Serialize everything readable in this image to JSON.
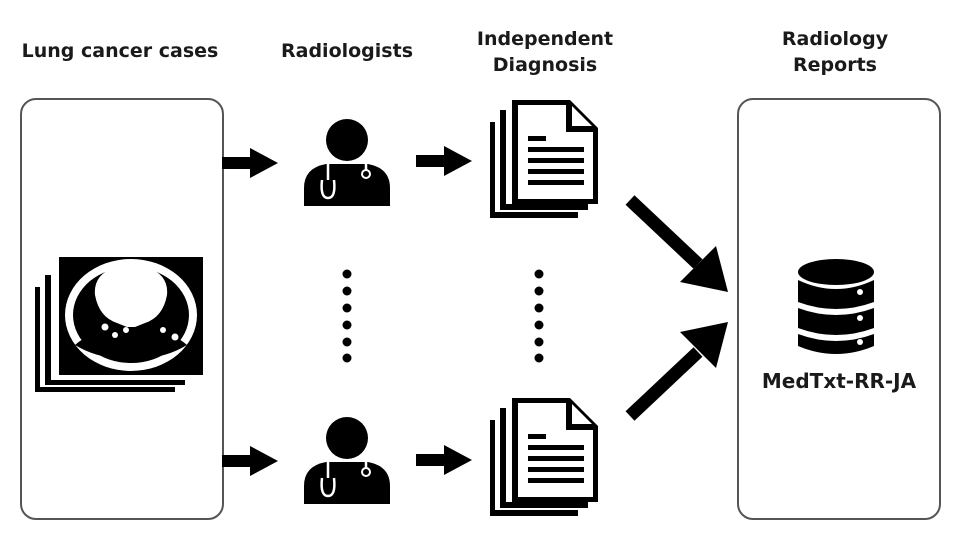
{
  "headers": {
    "cases": "Lung cancer cases",
    "radiologists": "Radiologists",
    "diagnosis_line1": "Independent",
    "diagnosis_line2": "Diagnosis",
    "reports_line1": "Radiology",
    "reports_line2": "Reports"
  },
  "dataset": {
    "name": "MedTxt-RR-JA"
  },
  "icons": {
    "ct_scan": "ct-scan-stack-icon",
    "doctor": "doctor-icon",
    "document": "document-stack-icon",
    "database": "database-icon"
  }
}
